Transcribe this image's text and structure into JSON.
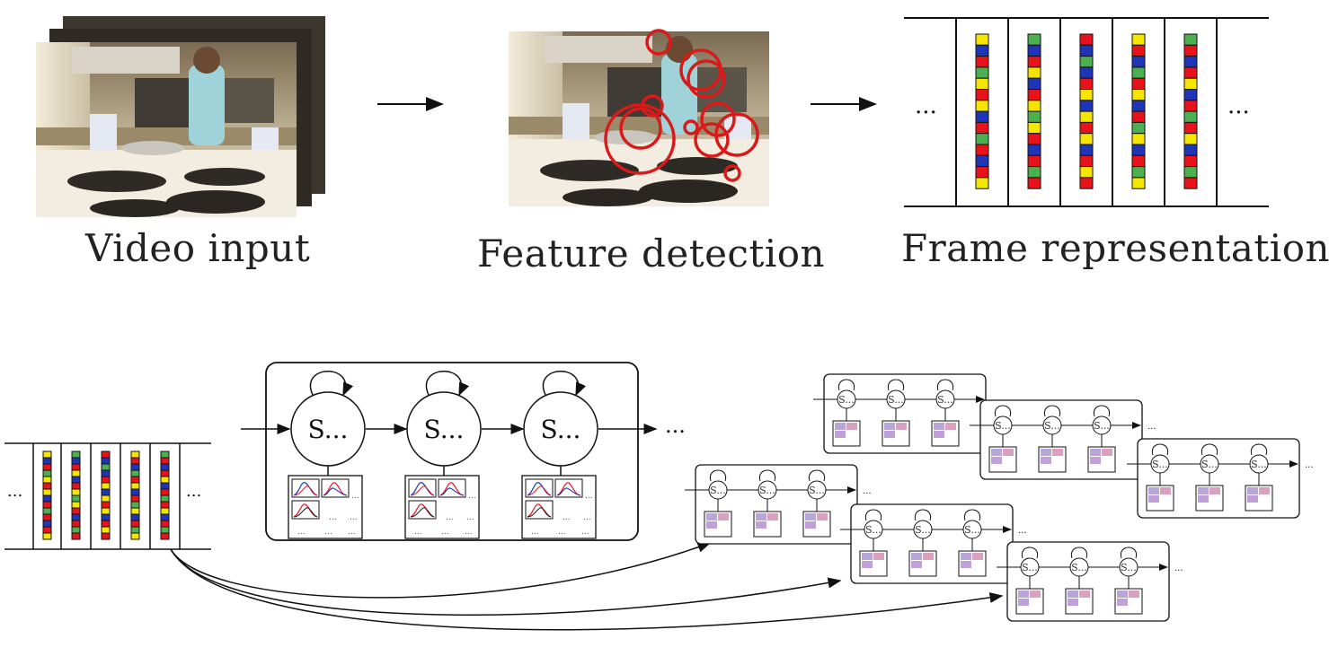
{
  "stages": {
    "video_input": "Video input",
    "feature_detection": "Feature detection",
    "frame_representation": "Frame representation"
  },
  "ellipsis": "...",
  "state_label": "S...",
  "colors": {
    "red": "#e8121b",
    "blue": "#1f35b8",
    "green": "#4caf50",
    "yellow": "#f5e600",
    "detection_circle": "#d91a1a",
    "line": "#111111"
  },
  "feature_vectors": [
    [
      "yellow",
      "blue",
      "red",
      "green",
      "yellow",
      "red",
      "yellow",
      "blue",
      "red",
      "green",
      "red",
      "blue",
      "red",
      "yellow"
    ],
    [
      "green",
      "blue",
      "red",
      "yellow",
      "blue",
      "red",
      "yellow",
      "green",
      "yellow",
      "red",
      "blue",
      "red",
      "green",
      "red"
    ],
    [
      "red",
      "blue",
      "green",
      "blue",
      "red",
      "yellow",
      "blue",
      "yellow",
      "red",
      "yellow",
      "blue",
      "red",
      "yellow",
      "red"
    ],
    [
      "yellow",
      "red",
      "blue",
      "green",
      "red",
      "yellow",
      "blue",
      "red",
      "green",
      "yellow",
      "blue",
      "red",
      "green",
      "yellow"
    ],
    [
      "green",
      "red",
      "blue",
      "red",
      "yellow",
      "blue",
      "red",
      "green",
      "red",
      "yellow",
      "blue",
      "red",
      "green",
      "red"
    ]
  ]
}
